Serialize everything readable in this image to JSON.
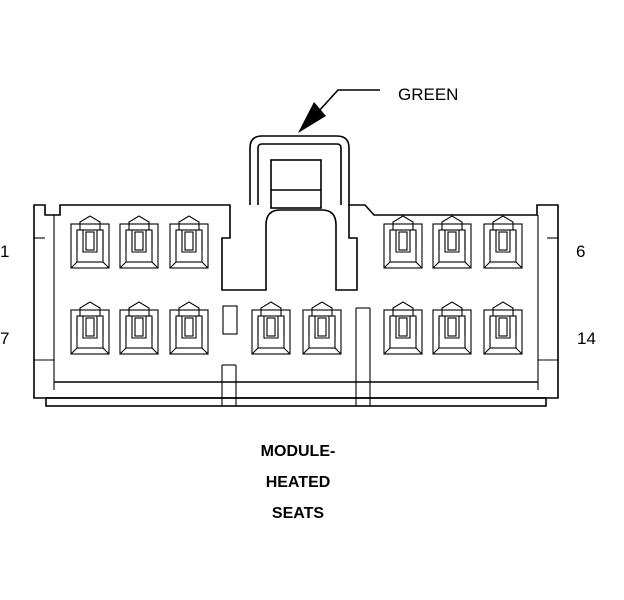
{
  "connector": {
    "wire_color_label": "GREEN",
    "pin_labels": {
      "top_left": "1",
      "top_right": "6",
      "bottom_left": "7",
      "bottom_right": "14"
    },
    "title_lines": [
      "MODULE-",
      "HEATED",
      "SEATS"
    ]
  }
}
